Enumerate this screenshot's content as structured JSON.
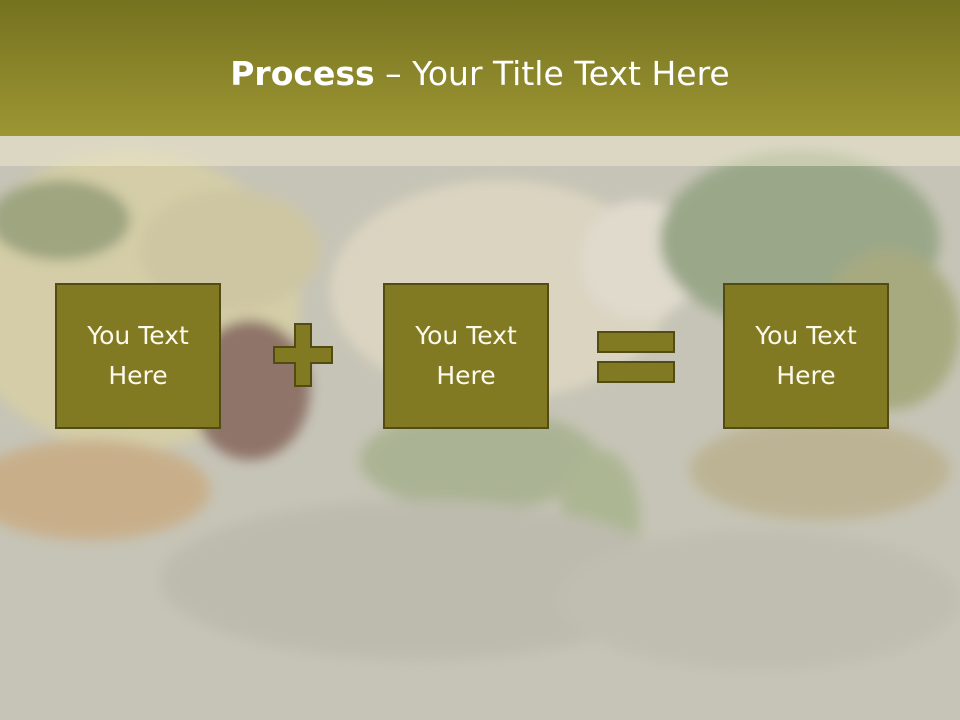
{
  "slide": {
    "title_bold": "Process",
    "title_rest": " – Your Title Text Here",
    "boxes": [
      {
        "line1": "You Text",
        "line2": "Here"
      },
      {
        "line1": "You Text",
        "line2": "Here"
      },
      {
        "line1": "You Text",
        "line2": "Here"
      }
    ],
    "operators": [
      "plus-icon",
      "equals-icon"
    ]
  },
  "colors": {
    "title_bar": "#8a8428",
    "box_fill": "#827a23",
    "box_border": "#524c14",
    "text": "#ffffff"
  }
}
